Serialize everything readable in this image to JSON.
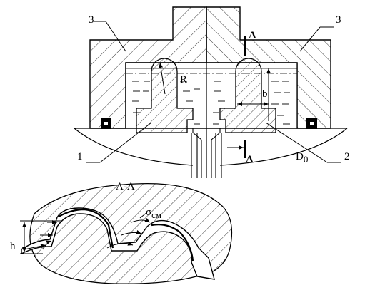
{
  "labels": {
    "part_3_left": "3",
    "part_3_right": "3",
    "part_1": "1",
    "part_2": "2",
    "section_top": "А",
    "section_bottom": "А",
    "radius": "R",
    "width_b": "b",
    "diameter": "D",
    "diameter_sub": "0",
    "section_title": "А-А",
    "height_h": "h",
    "stress_sigma": "σ",
    "stress_sub": "см"
  }
}
